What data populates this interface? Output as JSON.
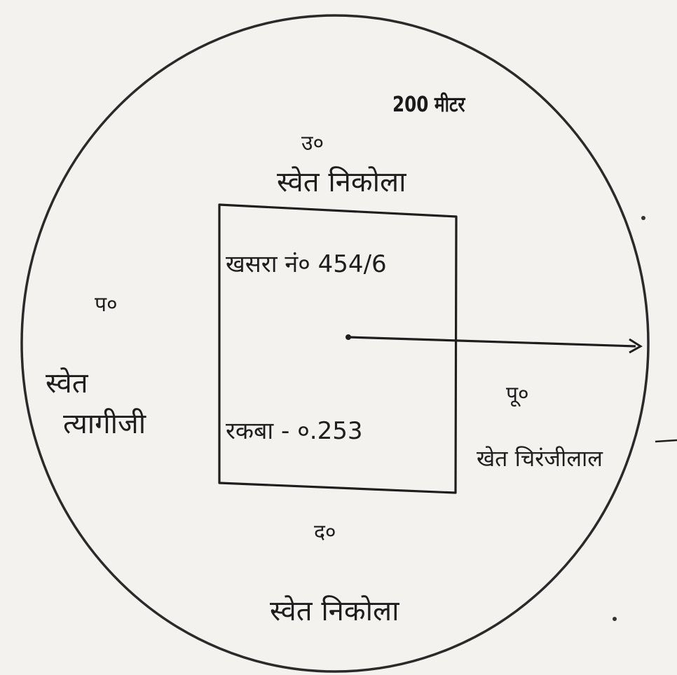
{
  "scale_label": "200 मीटर",
  "north": {
    "direction_label": "उ०",
    "plot_label": "स्वेत निकोला"
  },
  "west": {
    "direction_label": "प०",
    "plot_label_line1": "स्वेत",
    "plot_label_line2": "त्यागीजी"
  },
  "east": {
    "direction_label": "पू०",
    "plot_label": "खेत चिरंजीलाल"
  },
  "south": {
    "direction_label": "द०",
    "plot_label": "स्वेत निकोला"
  },
  "plot_box": {
    "khasra_text": "खसरा नं० 454/6",
    "area_text": "रकबा - ०.253"
  },
  "colors": {
    "ink": "#1e1e1e",
    "paper": "#f4f2ee"
  }
}
